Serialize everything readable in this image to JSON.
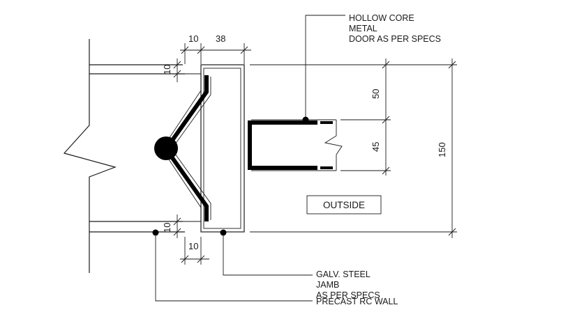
{
  "dimensions": {
    "d10_top_horizontal": "10",
    "d38_top": "38",
    "d10_top_vertical": "10",
    "d10_bottom_vertical": "10",
    "d10_bottom_horizontal": "10",
    "d50": "50",
    "d45": "45",
    "d150": "150"
  },
  "labels": {
    "door_line1": "HOLLOW CORE",
    "door_line2": "METAL",
    "door_line3": "DOOR AS PER SPECS",
    "jamb_line1": "GALV. STEEL",
    "jamb_line2": "JAMB",
    "jamb_line3": "AS PER SPECS",
    "wall_line1": "PRECAST RC WALL",
    "outside": "OUTSIDE"
  }
}
